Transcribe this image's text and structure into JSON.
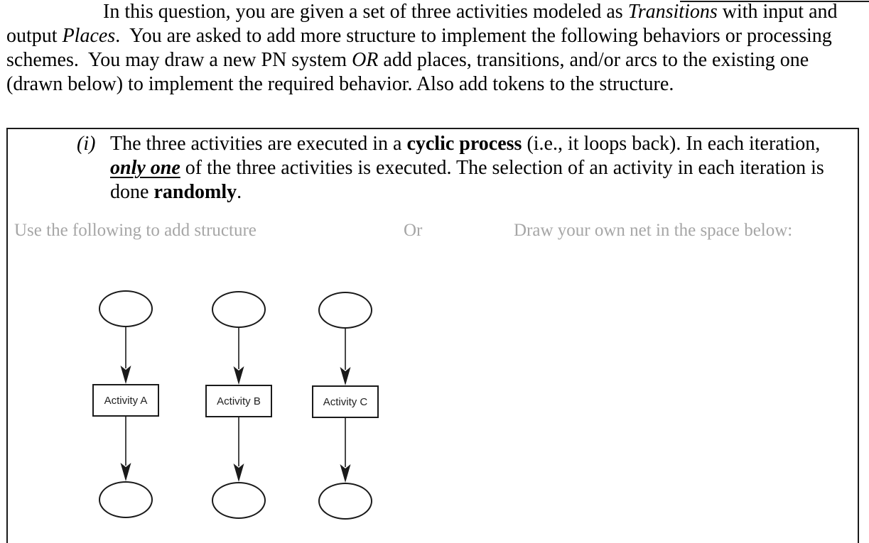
{
  "intro": {
    "lines": [
      [
        {
          "t": "In this question, you are given a set of three activities modeled as "
        },
        {
          "t": "Transitions",
          "s": "i"
        },
        {
          "t": " with input and"
        }
      ],
      [
        {
          "t": "output "
        },
        {
          "t": "Places",
          "s": "i"
        },
        {
          "t": ".  You are asked to add more structure to implement the following behaviors or processing"
        }
      ],
      [
        {
          "t": "schemes.  You may draw a new PN system "
        },
        {
          "t": "OR",
          "s": "i"
        },
        {
          "t": " add places, transitions, and/or arcs to the existing one"
        }
      ],
      [
        {
          "t": "(drawn below) to implement the required behavior. Also add tokens to the structure."
        }
      ]
    ]
  },
  "question": {
    "marker": "(i)",
    "lines": [
      [
        {
          "t": "The three activities are executed in a "
        },
        {
          "t": "cyclic process",
          "s": "b"
        },
        {
          "t": " (i.e., it loops back). In each iteration,"
        }
      ],
      [
        {
          "t": "only one",
          "s": "biu"
        },
        {
          "t": " of the three activities is executed. The selection of an activity in each iteration is"
        }
      ],
      [
        {
          "t": "done "
        },
        {
          "t": "randomly",
          "s": "b"
        },
        {
          "t": "."
        }
      ]
    ],
    "hints": {
      "left": "Use the following to add structure",
      "middle": "Or",
      "right": "Draw your own net in the space below:"
    }
  },
  "diagram": {
    "columns": [
      {
        "label": "Activity A"
      },
      {
        "label": "Activity B"
      },
      {
        "label": "Activity C"
      }
    ]
  },
  "colors": {
    "text": "#000000",
    "hint": "#a6a6a6",
    "line": "#1a1a1a"
  }
}
